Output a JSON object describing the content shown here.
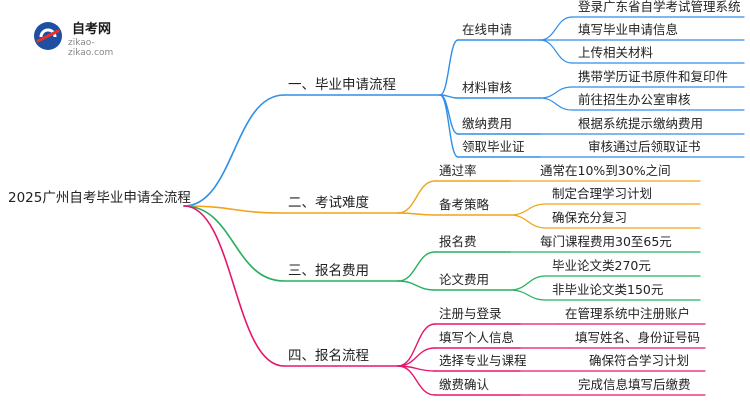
{
  "logo": {
    "title": "自考网",
    "subtitle": "zikao-zikao.com"
  },
  "root": {
    "label": "2025广州自考毕业申请全流程"
  },
  "branches": [
    {
      "label": "一、毕业申请流程",
      "color": "#2f8fe8",
      "children": [
        {
          "label": "在线申请",
          "children": [
            "登录广东省自学考试管理系统",
            "填写毕业申请信息",
            "上传相关材料"
          ]
        },
        {
          "label": "材料审核",
          "children": [
            "携带学历证书原件和复印件",
            "前往招生办公室审核"
          ]
        },
        {
          "label": "缴纳费用",
          "children": [
            "根据系统提示缴纳费用"
          ]
        },
        {
          "label": "领取毕业证",
          "children": [
            "审核通过后领取证书"
          ]
        }
      ]
    },
    {
      "label": "二、考试难度",
      "color": "#f2a31b",
      "children": [
        {
          "label": "通过率",
          "children": [
            "通常在10%到30%之间"
          ]
        },
        {
          "label": "备考策略",
          "children": [
            "制定合理学习计划",
            "确保充分复习"
          ]
        }
      ]
    },
    {
      "label": "三、报名费用",
      "color": "#25b05e",
      "children": [
        {
          "label": "报名费",
          "children": [
            "每门课程费用30至65元"
          ]
        },
        {
          "label": "论文费用",
          "children": [
            "毕业论文类270元",
            "非毕业论文类150元"
          ]
        }
      ]
    },
    {
      "label": "四、报名流程",
      "color": "#e5166b",
      "children": [
        {
          "label": "注册与登录",
          "children": [
            "在管理系统中注册账户"
          ]
        },
        {
          "label": "填写个人信息",
          "children": [
            "填写姓名、身份证号码"
          ]
        },
        {
          "label": "选择专业与课程",
          "children": [
            "确保符合学习计划"
          ]
        },
        {
          "label": "缴费确认",
          "children": [
            "完成信息填写后缴费"
          ]
        }
      ]
    }
  ]
}
